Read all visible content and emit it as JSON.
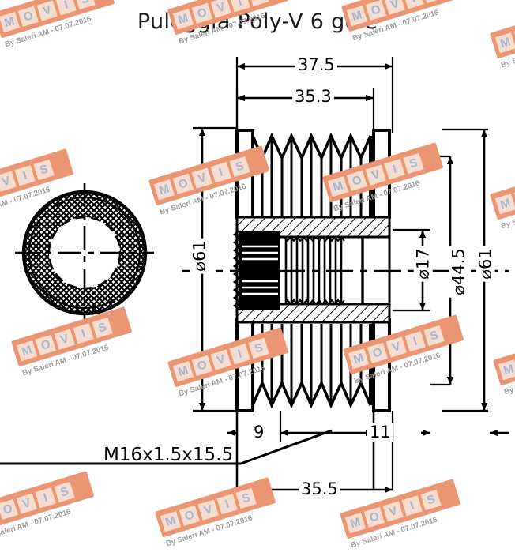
{
  "title": "Puleggia Poly-V 6 gole",
  "drawing": {
    "type": "engineering-drawing",
    "part": "Puleggia Poly-V 6 gole",
    "groove_count": 6,
    "views": [
      {
        "name": "front-view",
        "description": "end view: outer circle with knurled annulus and dashed inner bore circle with centerlines"
      },
      {
        "name": "section-view",
        "description": "longitudinal section: 6 V-grooves on outer diameter, internal threaded bore and splined hub"
      }
    ]
  },
  "dimensions": {
    "overall_length": "37.5",
    "groove_length": "35.3",
    "outer_diameter_right": "61",
    "outer_diameter_left": "61",
    "hub_diameter": "44.5",
    "bore_diameter": "17",
    "thread_note": "M16x1.5x15.5",
    "left_step": "9",
    "right_step": "11",
    "bottom_length": "35.5",
    "diameter_symbol": "⌀"
  },
  "labels": {
    "dim_375": "37.5",
    "dim_353": "35.3",
    "dim_61_left": "61",
    "dim_17": "17",
    "dim_445": "44.5",
    "dim_61_right": "61",
    "dim_9": "9",
    "dim_11": "11",
    "dim_355": "35.5",
    "thread": "M16x1.5x15.5"
  },
  "watermark": {
    "brand": "MOVIS",
    "letters": [
      "M",
      "O",
      "V",
      "I",
      "S"
    ],
    "credit": "By Saleri AM - 07.07.2016",
    "color": "#eb9672",
    "text_color": "#9fb8d4"
  },
  "colors": {
    "background": "#ffffff",
    "line": "#000000",
    "watermark_orange": "#eb9672",
    "watermark_letter_bg": "#f7ddd0",
    "watermark_letter_fg": "#9fb8d4"
  }
}
